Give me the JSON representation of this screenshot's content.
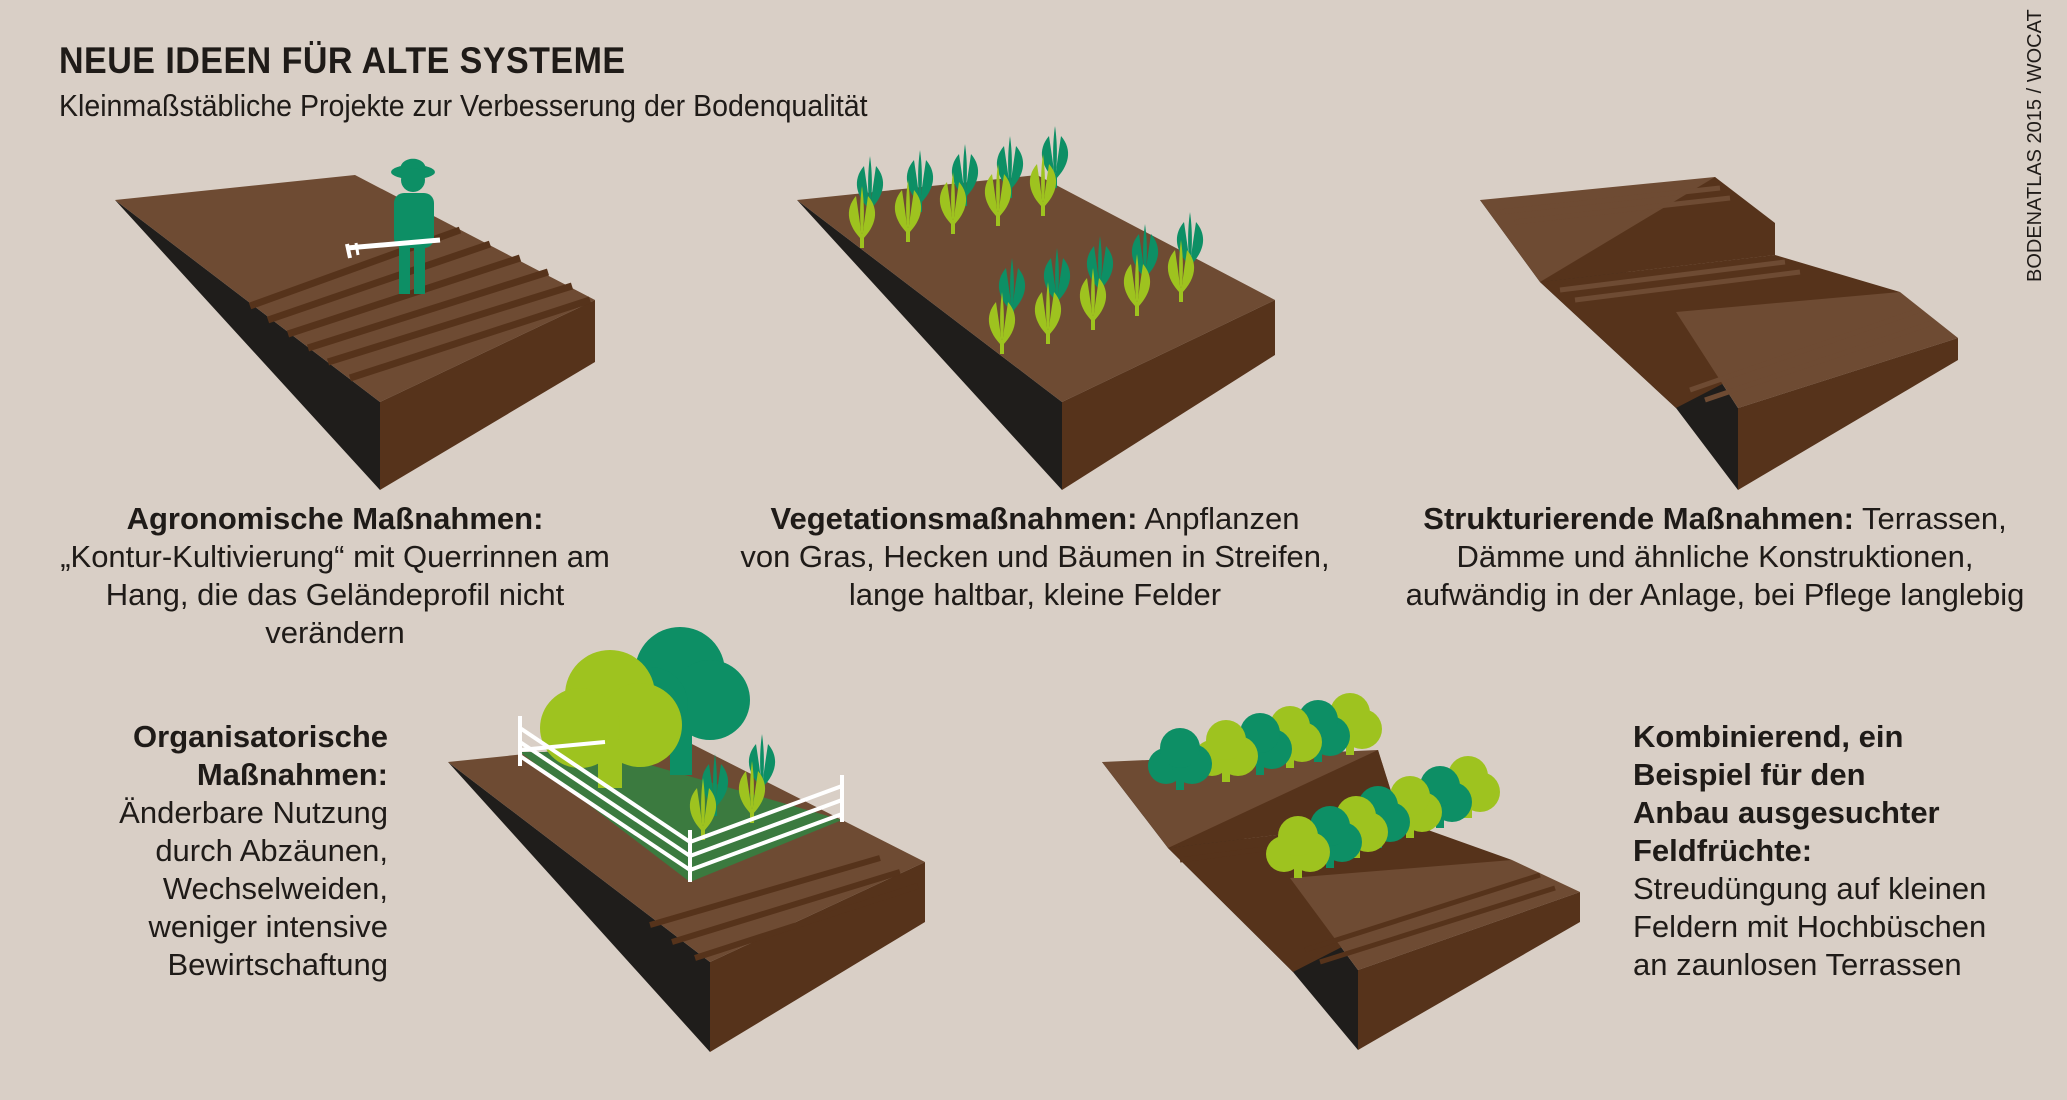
{
  "header": {
    "title": "NEUE IDEEN FÜR ALTE SYSTEME",
    "subtitle": "Kleinmaßstäbliche Projekte zur Verbesserung der Bodenqualität",
    "source": "BODENATLAS 2015 / WOCAT"
  },
  "panels": {
    "agronomic": {
      "heading": "Agronomische Maßnahmen:",
      "line1": "„Kontur-Kultivierung“ mit Querrinnen am",
      "line2": "Hang, die das Geländeprofil nicht verändern"
    },
    "vegetation": {
      "heading": "Vegetationsmaßnahmen:",
      "line1_rest": " Anpflanzen",
      "line2": "von Gras, Hecken und Bäumen in Streifen,",
      "line3": "lange haltbar, kleine Felder"
    },
    "structural": {
      "heading": "Strukturierende Maßnahmen:",
      "line1_rest": " Terrassen,",
      "line2": "Dämme und ähnliche Konstruktionen,",
      "line3": "aufwändig in der Anlage, bei Pflege langlebig"
    },
    "organisational": {
      "heading1": "Organisatorische",
      "heading2": "Maßnahmen:",
      "line1": "Änderbare Nutzung",
      "line2": "durch Abzäunen,",
      "line3": "Wechselweiden,",
      "line4": "weniger intensive",
      "line5": "Bewirtschaftung"
    },
    "combined": {
      "heading1": "Kombinierend, ein",
      "heading2": "Beispiel für den",
      "heading3": "Anbau ausgesuchter",
      "heading4": "Feldfrüchte:",
      "line1": "Streudüngung auf kleinen",
      "line2": "Feldern mit Hochbüschen",
      "line3": "an zaunlosen Terrassen"
    }
  },
  "colors": {
    "background": "#d9cfc6",
    "soil_top": "#6e4b33",
    "soil_front": "#56331b",
    "soil_side": "#1f1d1b",
    "dark_green": "#0d8f65",
    "light_green": "#9ec31f",
    "meadow": "#3b7a3f"
  }
}
